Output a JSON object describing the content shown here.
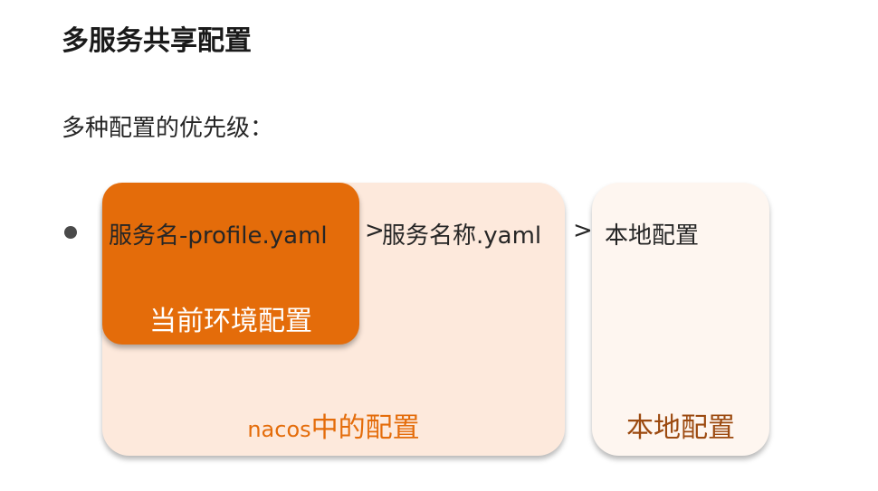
{
  "slide": {
    "title": "多服务共享配置",
    "subtitle": "多种配置的优先级："
  },
  "priority_row": {
    "item_1": "服务名-profile.yaml",
    "separator_1": ">",
    "item_2": "服务名称.yaml",
    "separator_2": ">",
    "item_3": "本地配置"
  },
  "groups": {
    "current_env": {
      "label": "当前环境配置",
      "color": "#e46c0a"
    },
    "nacos": {
      "label_latin": "nacos",
      "label_cjk": "中的配置",
      "color": "#fde9dc",
      "text_color": "#e46c0a"
    },
    "local": {
      "label": "本地配置",
      "color": "#fef6f0",
      "text_color": "#9c4a10"
    }
  }
}
